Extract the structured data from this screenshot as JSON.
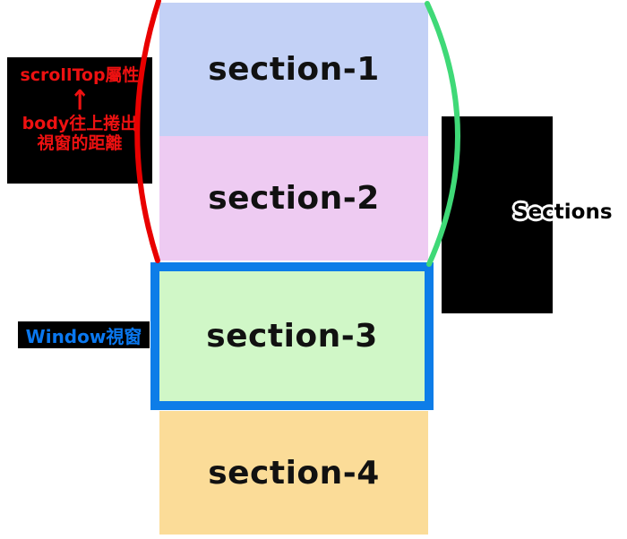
{
  "diagram": {
    "sections": [
      {
        "label": "section-1",
        "color": "#c3d1f6"
      },
      {
        "label": "section-2",
        "color": "#eecbf2"
      },
      {
        "label": "section-3",
        "color": "#d0f7c7"
      },
      {
        "label": "section-4",
        "color": "#fbdc98"
      }
    ],
    "viewport": {
      "label": "Window視窗",
      "label_color": "#0a78f0",
      "border_color": "#0d7de8"
    },
    "scroll_annotation": {
      "title": "scrollTop屬性",
      "arrow": "↑",
      "desc_line1": "body往上捲出",
      "desc_line2": "視窗的距離",
      "color": "#ee1111"
    },
    "sections_annotation": {
      "text": "Sections"
    },
    "curves": {
      "left_color": "#e90000",
      "right_color": "#3fd977"
    }
  }
}
